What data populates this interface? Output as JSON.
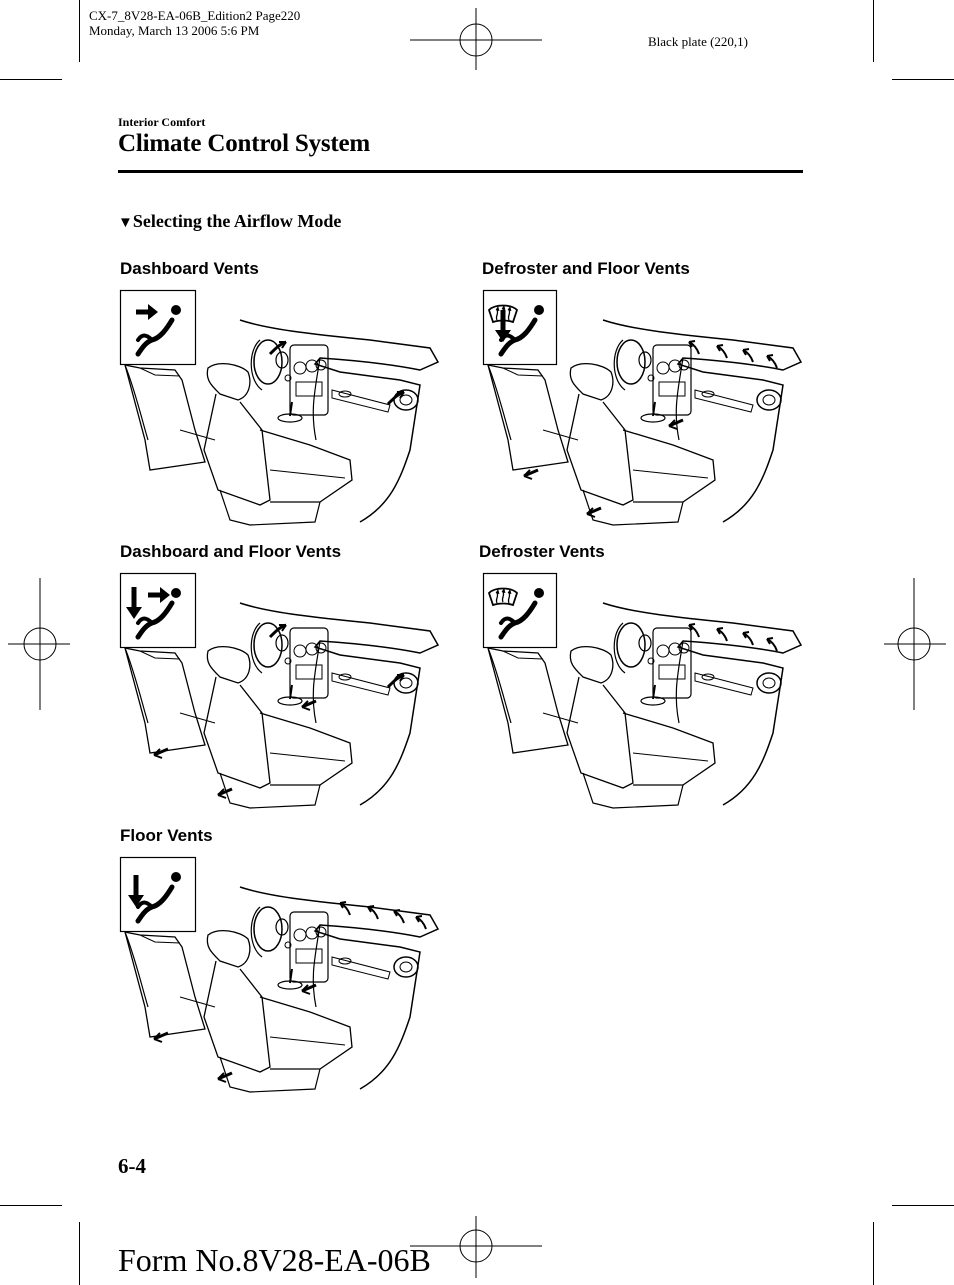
{
  "header": {
    "file_line": "CX-7_8V28-EA-06B_Edition2 Page220",
    "date_line": "Monday, March 13 2006 5:6 PM",
    "plate": "Black plate (220,1)"
  },
  "section": "Interior Comfort",
  "title": "Climate Control System",
  "subheading_marker": "▼",
  "subheading": "Selecting the Airflow Mode",
  "modes": [
    {
      "label": "Dashboard Vents",
      "icon": "dashboard-vents-icon"
    },
    {
      "label": "Defroster and Floor Vents",
      "icon": "defroster-floor-vents-icon"
    },
    {
      "label": "Dashboard and Floor Vents",
      "icon": "dashboard-floor-vents-icon"
    },
    {
      "label": "Defroster Vents",
      "icon": "defroster-vents-icon"
    },
    {
      "label": "Floor Vents",
      "icon": "floor-vents-icon"
    }
  ],
  "page_number": "6-4",
  "form_number": "Form No.8V28-EA-06B"
}
